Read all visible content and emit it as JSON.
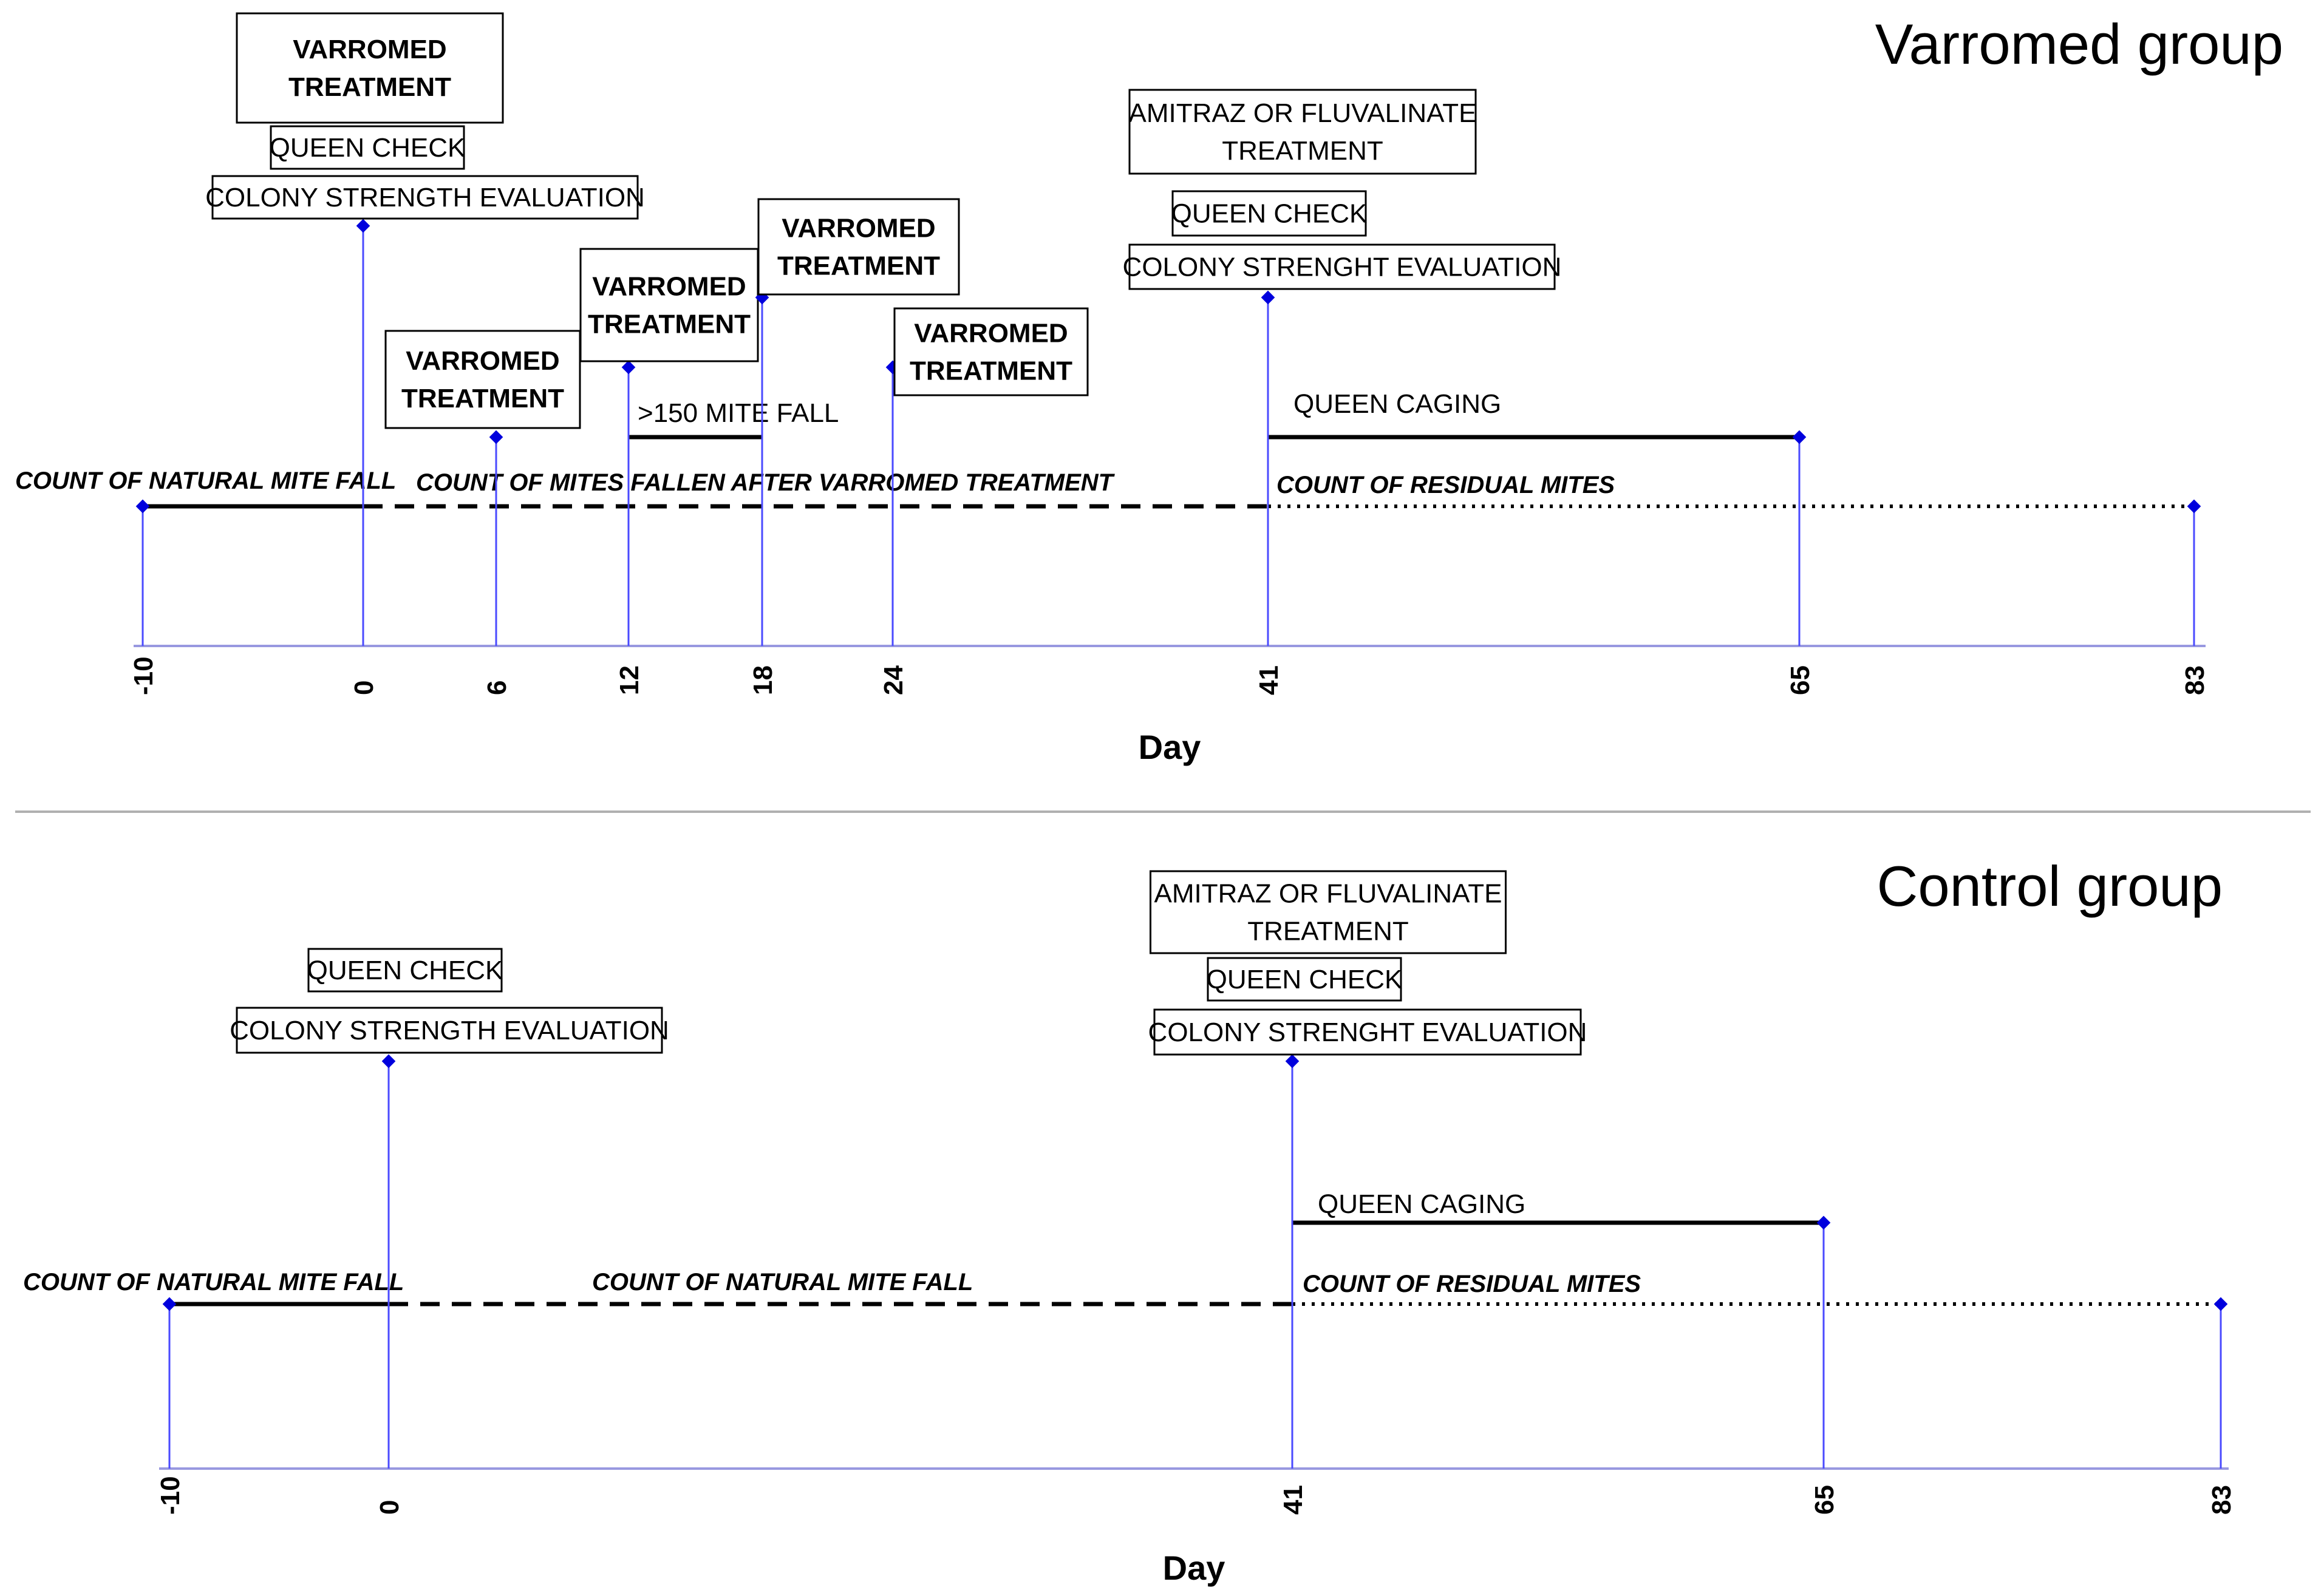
{
  "divider": true,
  "colors": {
    "stem": "#4a4aff",
    "point": "#0000dd",
    "axis": "#9898e0",
    "line": "#000000",
    "divider": "#b0b0b0"
  },
  "panels": [
    {
      "id": "varromed",
      "title": "Varromed group",
      "axis_label": "Day",
      "ticks": [
        -10,
        0,
        6,
        12,
        18,
        24,
        41,
        65,
        83
      ],
      "events": [
        {
          "day": -10,
          "level": "baseline"
        },
        {
          "day": 0,
          "level": "high",
          "labels": [
            {
              "lines": [
                "VARROMED",
                "TREATMENT"
              ],
              "bold": true
            },
            {
              "lines": [
                "QUEEN CHECK"
              ],
              "bold": false
            },
            {
              "lines": [
                "COLONY STRENGTH EVALUATION"
              ],
              "bold": false
            }
          ]
        },
        {
          "day": 6,
          "level": "low",
          "labels": [
            {
              "lines": [
                "VARROMED",
                "TREATMENT"
              ],
              "bold": true
            }
          ]
        },
        {
          "day": 12,
          "level": "mid",
          "labels": [
            {
              "lines": [
                "VARROMED",
                "TREATMENT"
              ],
              "bold": true
            }
          ]
        },
        {
          "day": 18,
          "level": "mid-high",
          "labels": [
            {
              "lines": [
                "VARROMED",
                "TREATMENT"
              ],
              "bold": true
            }
          ]
        },
        {
          "day": 24,
          "level": "mid",
          "labels": [
            {
              "lines": [
                "VARROMED",
                "TREATMENT"
              ],
              "bold": true
            }
          ]
        },
        {
          "day": 41,
          "level": "mid-high",
          "labels": [
            {
              "lines": [
                "AMITRAZ  OR FLUVALINATE",
                "TREATMENT"
              ],
              "bold": false
            },
            {
              "lines": [
                "QUEEN CHECK"
              ],
              "bold": false
            },
            {
              "lines": [
                "COLONY STRENGHT EVALUATION"
              ],
              "bold": false
            }
          ]
        },
        {
          "day": 65,
          "level": "caging"
        },
        {
          "day": 83,
          "level": "baseline"
        }
      ],
      "periods": [
        {
          "from": -10,
          "to": 0,
          "style": "solid",
          "label": "COUNT OF NATURAL MITE FALL"
        },
        {
          "from": 0,
          "to": 41,
          "style": "dashed",
          "label": "COUNT OF MITES FALLEN AFTER VARROMED TREATMENT"
        },
        {
          "from": 41,
          "to": 83,
          "style": "dotted",
          "label": "COUNT OF RESIDUAL MITES"
        }
      ],
      "bars": [
        {
          "from": 12,
          "to": 18,
          "label": ">150 MITE FALL"
        },
        {
          "from": 41,
          "to": 65,
          "label": "QUEEN CAGING"
        }
      ]
    },
    {
      "id": "control",
      "title": "Control group",
      "axis_label": "Day",
      "ticks": [
        -10,
        0,
        41,
        65,
        83
      ],
      "events": [
        {
          "day": -10,
          "level": "baseline"
        },
        {
          "day": 0,
          "level": "high",
          "labels": [
            {
              "lines": [
                "QUEEN CHECK"
              ],
              "bold": false
            },
            {
              "lines": [
                "COLONY STRENGTH EVALUATION"
              ],
              "bold": false
            }
          ]
        },
        {
          "day": 41,
          "level": "high",
          "labels": [
            {
              "lines": [
                "AMITRAZ  OR FLUVALINATE",
                "TREATMENT"
              ],
              "bold": false
            },
            {
              "lines": [
                "QUEEN CHECK"
              ],
              "bold": false
            },
            {
              "lines": [
                "COLONY STRENGHT EVALUATION"
              ],
              "bold": false
            }
          ]
        },
        {
          "day": 65,
          "level": "caging"
        },
        {
          "day": 83,
          "level": "baseline"
        }
      ],
      "periods": [
        {
          "from": -10,
          "to": 0,
          "style": "solid",
          "label": "COUNT OF NATURAL MITE FALL"
        },
        {
          "from": 0,
          "to": 41,
          "style": "dashed",
          "label": "COUNT OF NATURAL MITE FALL"
        },
        {
          "from": 41,
          "to": 83,
          "style": "dotted",
          "label": "COUNT OF RESIDUAL MITES"
        }
      ],
      "bars": [
        {
          "from": 41,
          "to": 65,
          "label": "QUEEN CAGING"
        }
      ]
    }
  ]
}
